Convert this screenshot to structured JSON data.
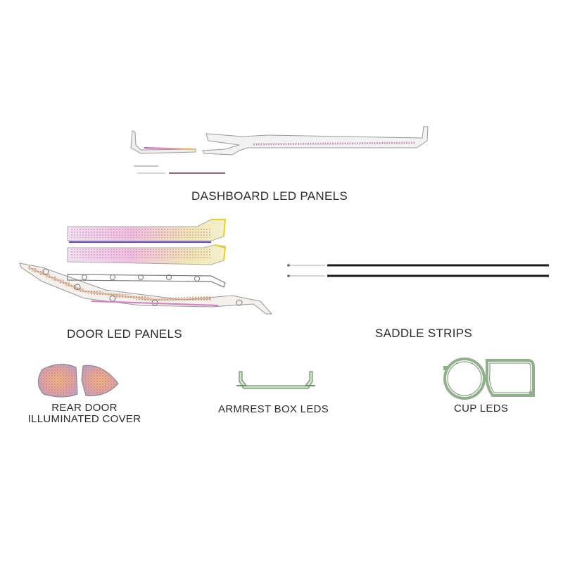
{
  "labels": {
    "dashboard": "DASHBOARD LED PANELS",
    "door": "DOOR LED PANELS",
    "saddle": "SADDLE STRIPS",
    "rear_door_line1": "REAR DOOR",
    "rear_door_line2": "ILLUMINATED COVER",
    "armrest": "ARMREST BOX LEDS",
    "cup": "CUP LEDS"
  },
  "colors": {
    "background": "#ffffff",
    "text": "#2b2b2b",
    "frame_gray": "#9a9a9a",
    "strip_black": "#1a1a1a",
    "pcb_green": "#8fb08a",
    "rgb_magenta": "#c040c0",
    "rgb_yellow": "#e8d020",
    "rgb_blue": "#4060e0"
  }
}
